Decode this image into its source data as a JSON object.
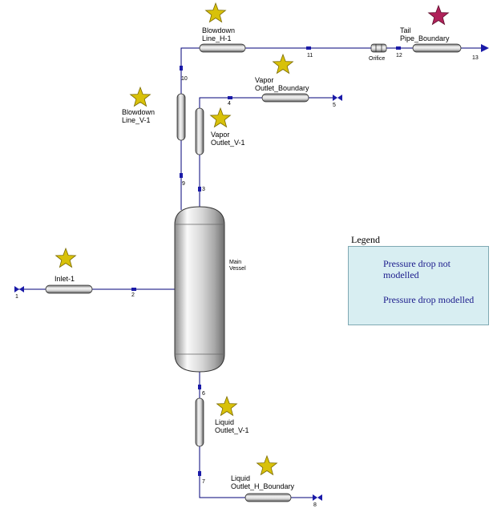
{
  "equipment": {
    "blowdown_line_h": "Blowdown\nLine_H-1",
    "blowdown_line_v": "Blowdown\nLine_V-1",
    "vapor_outlet_boundary": "Vapor\nOutlet_Boundary",
    "vapor_outlet_v": "Vapor\nOutlet_V-1",
    "tail_pipe_boundary": "Tail\nPipe_Boundary",
    "orifice": "Orifice",
    "main_vessel": "Main\nVessel",
    "inlet": "Inlet-1",
    "liquid_outlet_v": "Liquid\nOutlet_V-1",
    "liquid_outlet_h_boundary": "Liquid\nOutlet_H_Boundary"
  },
  "streams": {
    "s1": "1",
    "s2": "2",
    "s3": "3",
    "s4": "4",
    "s5": "5",
    "s6": "6",
    "s7": "7",
    "s8": "8",
    "s9": "9",
    "s10": "10",
    "s11": "11",
    "s12": "12",
    "s13": "13"
  },
  "legend": {
    "title": "Legend",
    "not_modelled": "Pressure drop not\nmodelled",
    "modelled": "Pressure drop modelled"
  },
  "colors": {
    "pipe_line": "#00007a",
    "star_not_modelled": "#d8c10a",
    "star_modelled": "#b0225a",
    "legend_bg": "#d8eef2"
  }
}
